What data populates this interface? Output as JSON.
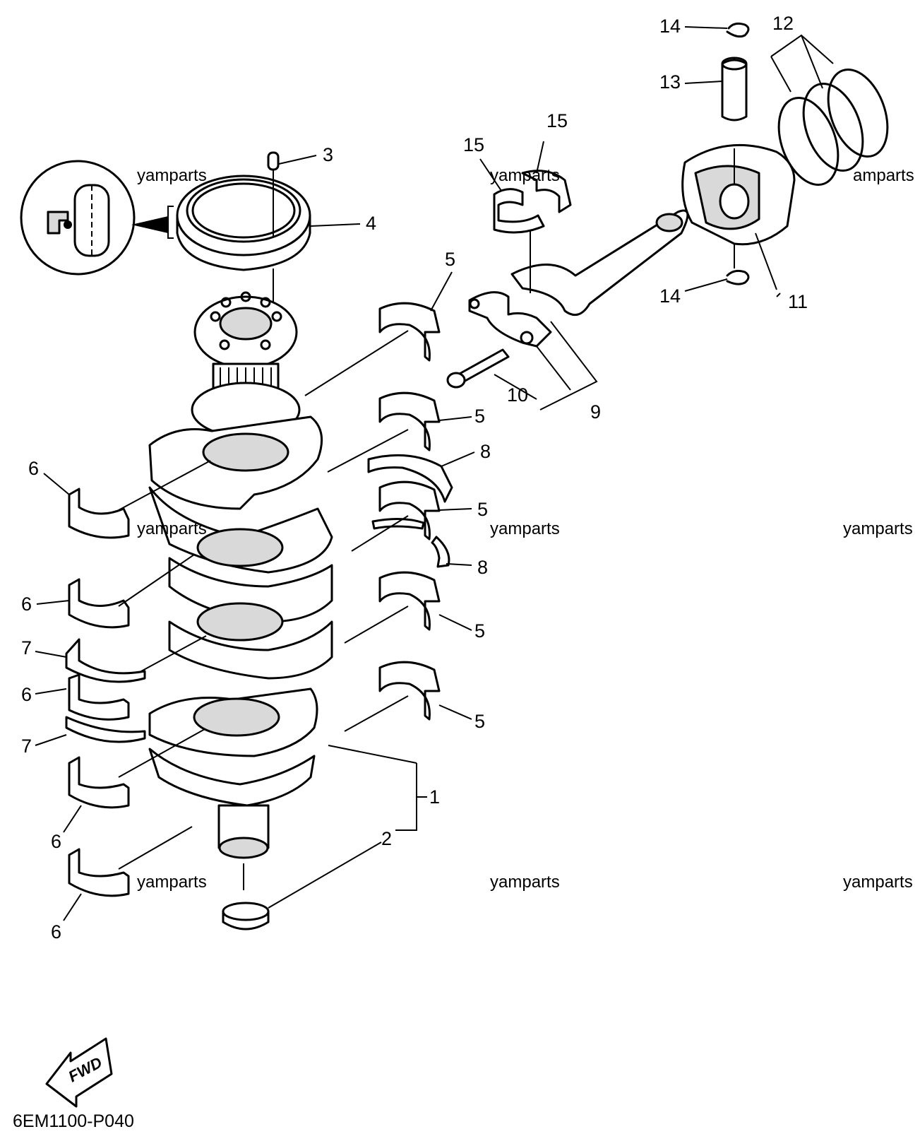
{
  "parts": [
    {
      "id": "1",
      "label": "1"
    },
    {
      "id": "2",
      "label": "2"
    },
    {
      "id": "3",
      "label": "3"
    },
    {
      "id": "4",
      "label": "4"
    },
    {
      "id": "5",
      "label": "5"
    },
    {
      "id": "6",
      "label": "6"
    },
    {
      "id": "7",
      "label": "7"
    },
    {
      "id": "8",
      "label": "8"
    },
    {
      "id": "9",
      "label": "9"
    },
    {
      "id": "10",
      "label": "10"
    },
    {
      "id": "11",
      "label": "11"
    },
    {
      "id": "12",
      "label": "12"
    },
    {
      "id": "13",
      "label": "13"
    },
    {
      "id": "14",
      "label": "14"
    },
    {
      "id": "15",
      "label": "15"
    }
  ],
  "watermark": "yamparts",
  "watermark_partial": "amparts",
  "fwd_label": "FWD",
  "diagram_code": "6EM1100-P040"
}
